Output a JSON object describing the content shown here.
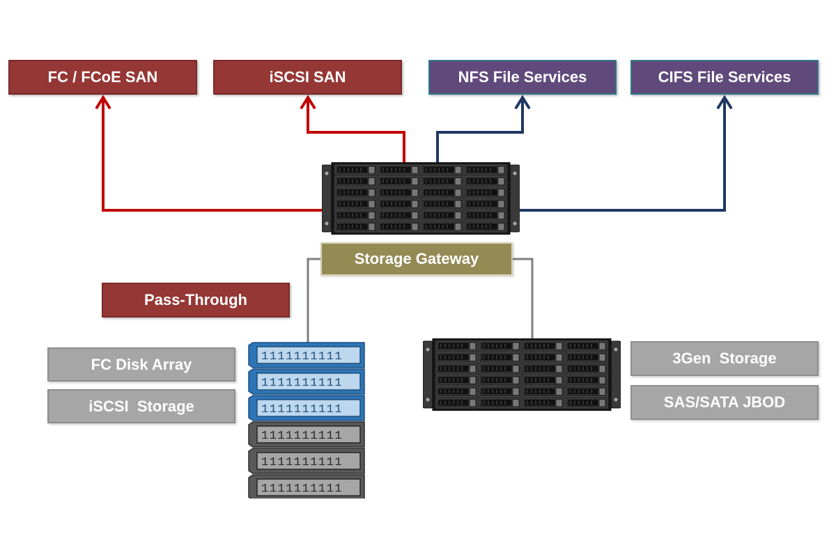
{
  "colors": {
    "san_box": "#953735",
    "file_box": "#604a7b",
    "gateway_box": "#948a54",
    "storage_box": "#a6a6a6",
    "san_line": "#c00000",
    "file_line": "#1f3864",
    "passthrough_line": "#7f7f7f"
  },
  "top_services": {
    "fc_fcoe_san": "FC / FCoE SAN",
    "iscsi_san": "iSCSI SAN",
    "nfs_file_services": "NFS File Services",
    "cifs_file_services": "CIFS File Services"
  },
  "gateway": {
    "label": "Storage Gateway",
    "icon": "rack-server-icon"
  },
  "pass_through": {
    "label": "Pass-Through"
  },
  "left_storage": {
    "fc_disk_array": "FC Disk Array",
    "iscsi_storage": "iSCSI  Storage",
    "icon": "disk-array-stack-icon",
    "drive_label": "1111111111"
  },
  "right_storage": {
    "gen3_storage": "3Gen  Storage",
    "sas_sata_jbod": "SAS/SATA JBOD",
    "icon": "jbod-enclosure-icon"
  }
}
